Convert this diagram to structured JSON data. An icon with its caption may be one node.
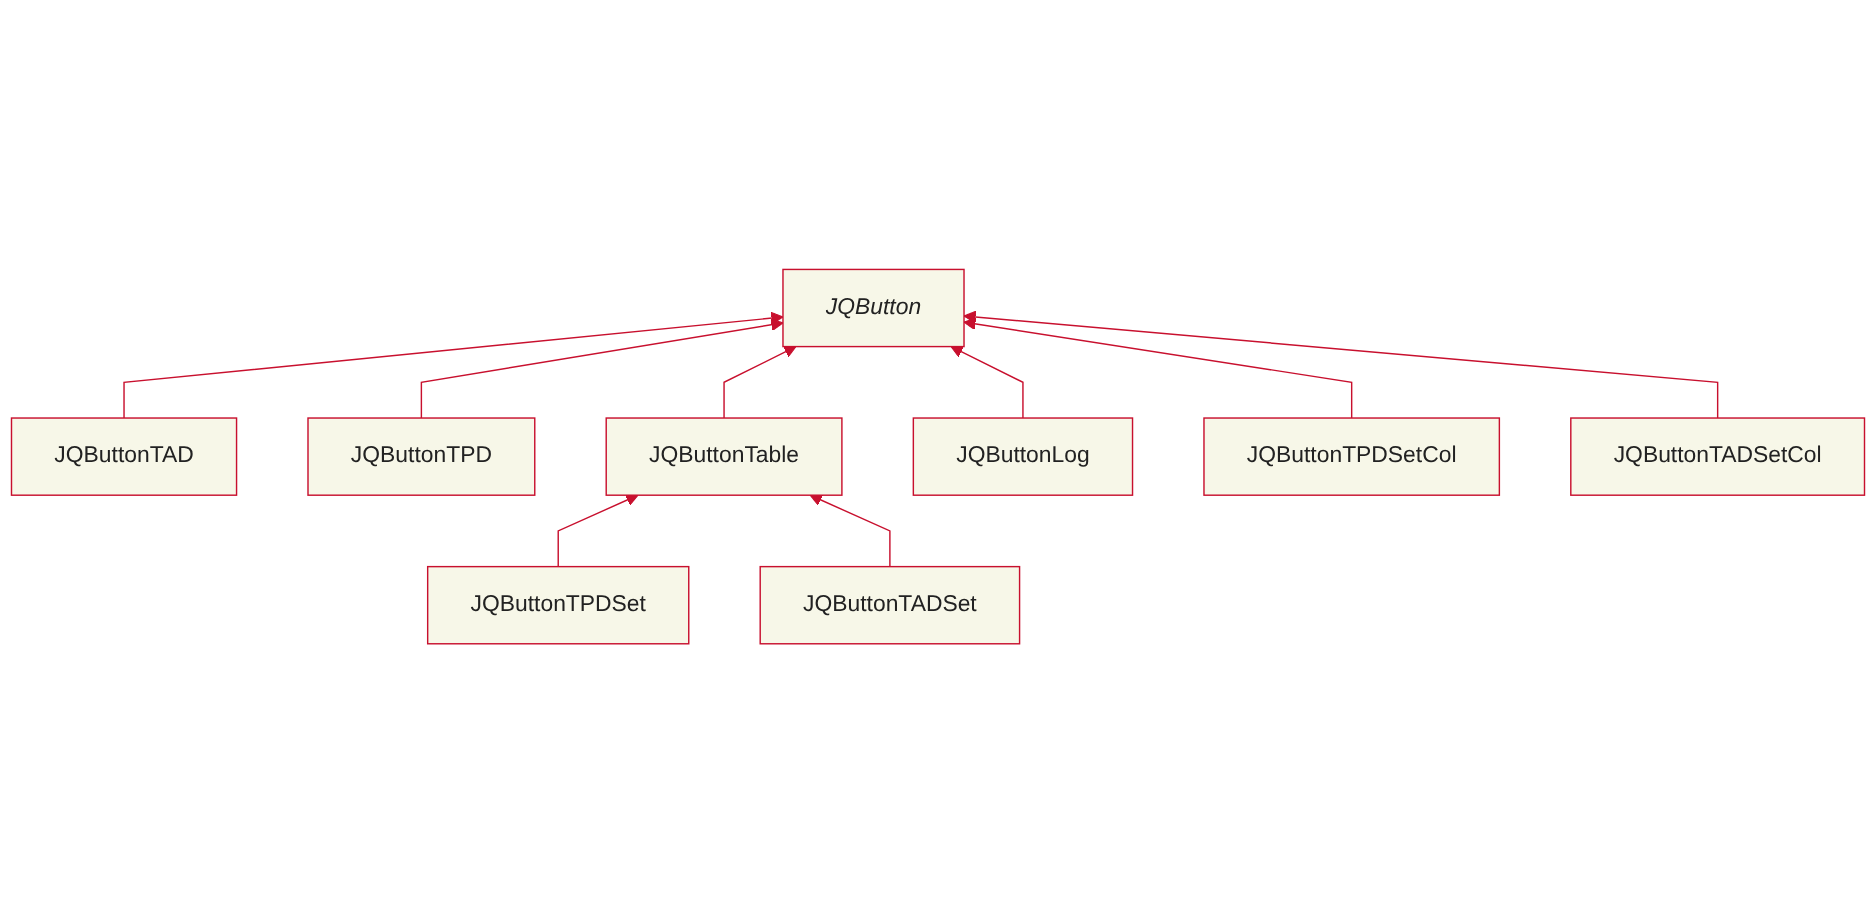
{
  "diagram": {
    "nodes": [
      {
        "text": [
          "JQButton"
        ]
      },
      {
        "text": [
          "JQButtonTAD"
        ]
      },
      {
        "text": [
          "JQButtonTPD"
        ]
      },
      {
        "text": [
          "JQButtonTable"
        ]
      },
      {
        "text": [
          "JQButtonLog"
        ]
      },
      {
        "text": [
          "JQButtonTADSetCol"
        ]
      },
      {
        "text": [
          "JQButtonTPDSetCol"
        ]
      },
      {
        "text": [
          "JQButtonTPDSet"
        ]
      },
      {
        "text": [
          "JQButtonTADSet"
        ]
      }
    ],
    "edges": [
      {
        "from": 1,
        "to": 0,
        "arrow": "to"
      },
      {
        "from": 2,
        "to": 0,
        "arrow": "to"
      },
      {
        "from": 3,
        "to": 0,
        "arrow": "to"
      },
      {
        "from": 4,
        "to": 0,
        "arrow": "to"
      },
      {
        "from": 6,
        "to": 0,
        "arrow": "to"
      },
      {
        "from": 5,
        "to": 0,
        "arrow": "to"
      },
      {
        "from": 7,
        "to": 3,
        "arrow": "to"
      },
      {
        "from": 8,
        "to": 3,
        "arrow": "to"
      }
    ]
  }
}
